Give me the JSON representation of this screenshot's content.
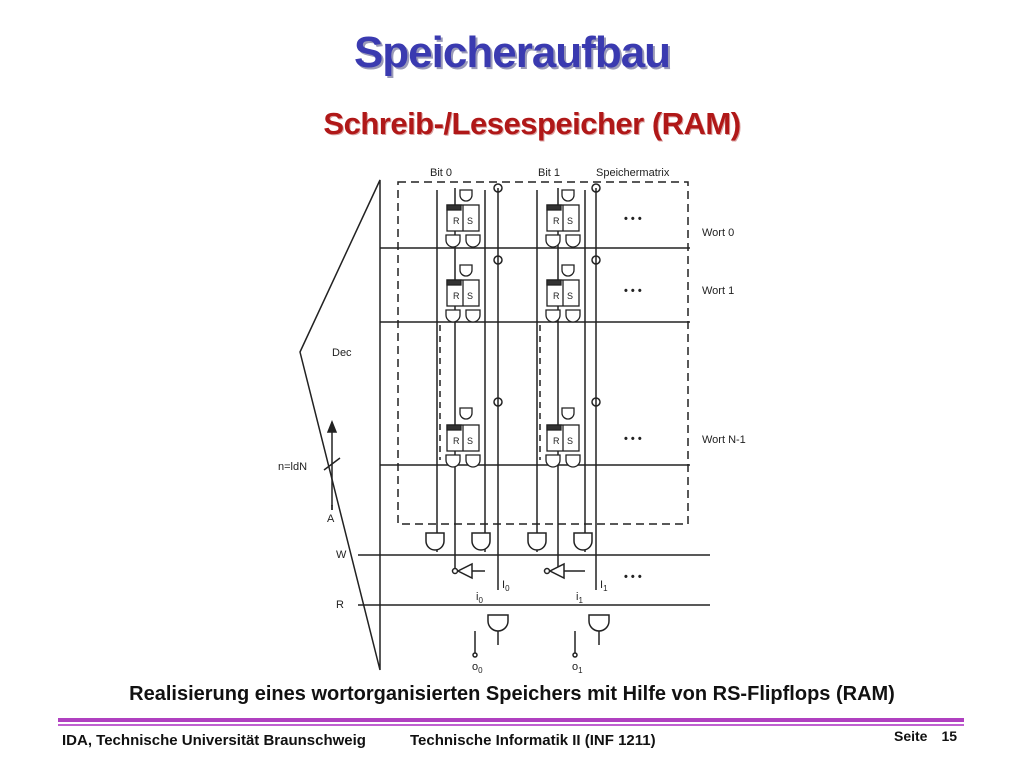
{
  "slide": {
    "title": "Speicheraufbau",
    "subtitle": "Schreib-/Lesespeicher (RAM)",
    "caption": "Realisierung eines wortorganisierten Speichers mit Hilfe von RS-Flipflops (RAM)"
  },
  "diagram": {
    "bit0": "Bit 0",
    "bit1": "Bit 1",
    "matrix": "Speichermatrix",
    "word0": "Wort  0",
    "word1": "Wort  1",
    "wordN": "Wort  N-1",
    "decoder": "Dec",
    "addr_width": "n=ldN",
    "addr_in": "A",
    "write": "W",
    "read": "R",
    "ellipsis": "• • •",
    "cell_r": "R",
    "cell_s": "S",
    "i0": "i",
    "i0_sub": "0",
    "i1": "i",
    "i1_sub": "1",
    "I0": "I",
    "I0_sub": "0",
    "I1": "I",
    "I1_sub": "1",
    "o0": "o",
    "o0_sub": "0",
    "o1": "o",
    "o1_sub": "1"
  },
  "footer": {
    "institution": "IDA, Technische Universität Braunschweig",
    "course": "Technische Informatik II (INF 1211)",
    "page_label": "Seite",
    "page_number": "15"
  }
}
